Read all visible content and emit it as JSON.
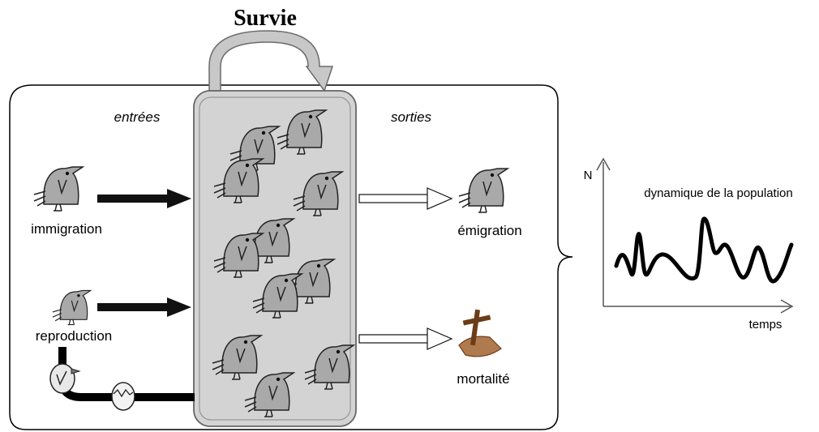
{
  "diagram": {
    "title": "Survie",
    "inputs_label": "entrées",
    "outputs_label": "sorties",
    "immigration_label": "immigration",
    "reproduction_label": "reproduction",
    "emigration_label": "émigration",
    "mortality_label": "mortalité"
  },
  "graph": {
    "y_label": "N",
    "x_label": "temps",
    "title": "dynamique de la population"
  },
  "icons": {
    "bird": "bird-icon",
    "egg": "egg-icon",
    "grave": "grave-cross-icon"
  },
  "colors": {
    "bird_fill": "#a9a9a9",
    "population_box": "#d0d0d0",
    "arrow_dark": "#111111",
    "grave_mound": "#b07a4f",
    "cross": "#6b3d17"
  }
}
